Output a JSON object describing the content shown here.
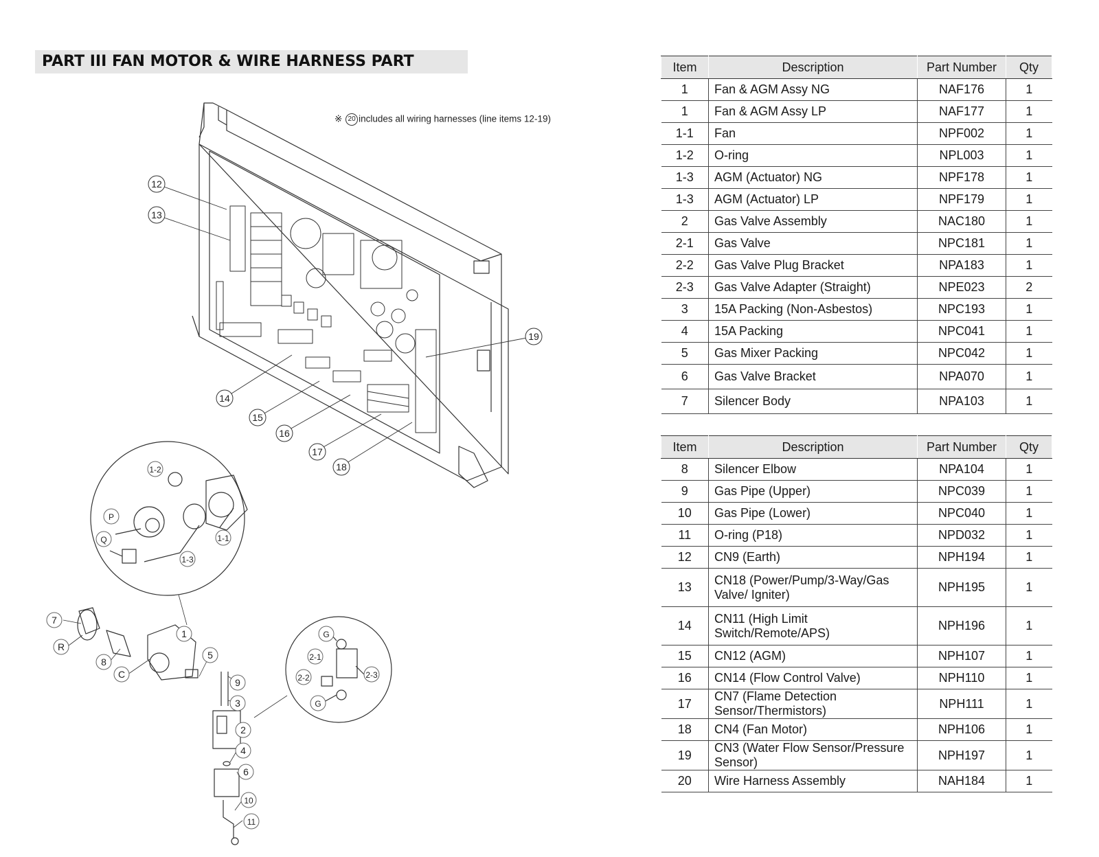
{
  "title": "PART III FAN MOTOR & WIRE HARNESS PART",
  "note": {
    "symbol": "※",
    "circled_number": "20",
    "text": "includes all wiring harnesses (line items 12-19)"
  },
  "diagram": {
    "main_callouts": [
      "12",
      "13",
      "14",
      "15",
      "16",
      "17",
      "18",
      "19"
    ],
    "detail1_callouts": [
      "1-2",
      "P",
      "Q",
      "1-3",
      "1-1"
    ],
    "detail2_callouts": [
      "G",
      "2-1",
      "2-2",
      "2-3",
      "G"
    ],
    "lower_callouts": [
      "7",
      "R",
      "8",
      "C",
      "1",
      "5",
      "9",
      "3",
      "2",
      "4",
      "6",
      "10",
      "11"
    ]
  },
  "table1": {
    "headers": [
      "Item",
      "Description",
      "Part Number",
      "Qty"
    ],
    "rows": [
      [
        "1",
        "Fan & AGM Assy NG",
        "NAF176",
        "1"
      ],
      [
        "1",
        "Fan & AGM Assy LP",
        "NAF177",
        "1"
      ],
      [
        "1-1",
        "Fan",
        "NPF002",
        "1"
      ],
      [
        "1-2",
        "O-ring",
        "NPL003",
        "1"
      ],
      [
        "1-3",
        "AGM (Actuator) NG",
        "NPF178",
        "1"
      ],
      [
        "1-3",
        "AGM (Actuator) LP",
        "NPF179",
        "1"
      ],
      [
        "2",
        "Gas Valve Assembly",
        "NAC180",
        "1"
      ],
      [
        "2-1",
        "Gas Valve",
        "NPC181",
        "1"
      ],
      [
        "2-2",
        "Gas Valve Plug Bracket",
        "NPA183",
        "1"
      ],
      [
        "2-3",
        "Gas Valve Adapter (Straight)",
        "NPE023",
        "2"
      ],
      [
        "3",
        "15A Packing (Non-Asbestos)",
        "NPC193",
        "1"
      ],
      [
        "4",
        "15A Packing",
        "NPC041",
        "1"
      ],
      [
        "5",
        "Gas Mixer Packing",
        "NPC042",
        "1"
      ],
      [
        "6",
        "Gas Valve Bracket",
        "NPA070",
        "1"
      ],
      [
        "7",
        "Silencer Body",
        "NPA103",
        "1"
      ]
    ]
  },
  "table2": {
    "headers": [
      "Item",
      "Description",
      "Part Number",
      "Qty"
    ],
    "rows": [
      [
        "8",
        "Silencer Elbow",
        "NPA104",
        "1"
      ],
      [
        "9",
        "Gas Pipe (Upper)",
        "NPC039",
        "1"
      ],
      [
        "10",
        "Gas Pipe (Lower)",
        "NPC040",
        "1"
      ],
      [
        "11",
        "O-ring (P18)",
        "NPD032",
        "1"
      ],
      [
        "12",
        "CN9 (Earth)",
        "NPH194",
        "1"
      ],
      [
        "13",
        "CN18 (Power/Pump/3-Way/Gas Valve/ Igniter)",
        "NPH195",
        "1"
      ],
      [
        "14",
        "CN11 (High Limit Switch/Remote/APS)",
        "NPH196",
        "1"
      ],
      [
        "15",
        "CN12 (AGM)",
        "NPH107",
        "1"
      ],
      [
        "16",
        "CN14 (Flow Control Valve)",
        "NPH110",
        "1"
      ],
      [
        "17",
        "CN7 (Flame Detection Sensor/Thermistors)",
        "NPH111",
        "1"
      ],
      [
        "18",
        "CN4 (Fan Motor)",
        "NPH106",
        "1"
      ],
      [
        "19",
        "CN3 (Water Flow Sensor/Pressure Sensor)",
        "NPH197",
        "1"
      ],
      [
        "20",
        "Wire Harness Assembly",
        "NAH184",
        "1"
      ]
    ]
  }
}
